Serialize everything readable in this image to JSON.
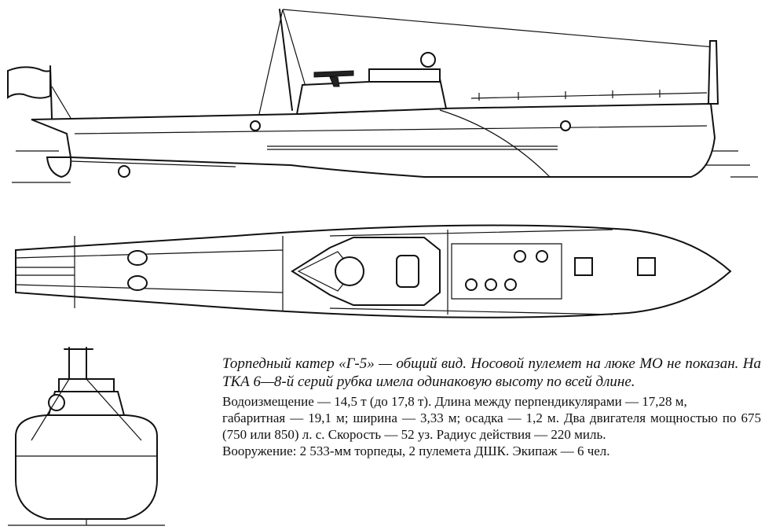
{
  "caption": {
    "title": "Торпедный катер «Г-5» — общий вид. Носовой пулемет на люке МО не показан. На ТКА 6—8-й серий рубка имела одинаковую высоту по всей длине.",
    "specs": [
      "Водоизмещение — 14,5 т (до 17,8 т). Длина между перпендикулярами — 17,28 м,",
      "габаритная — 19,1 м; ширина — 3,33 м; осадка — 1,2 м. Два двигателя мощностью по 675 (750 или 850) л. с. Скорость — 52 уз. Радиус действия — 220 миль.",
      "Вооружение: 2 533-мм торпеды, 2 пулемета ДШК. Экипаж — 6 чел."
    ]
  }
}
